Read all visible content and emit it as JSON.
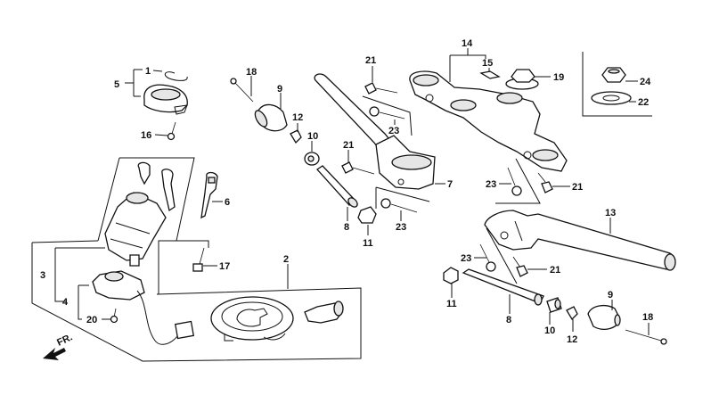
{
  "diagram": {
    "type": "exploded-parts-diagram",
    "subject": "motorcycle handlebar, top bridge and ignition switch assembly",
    "direction_indicator": "FR.",
    "callouts": [
      {
        "id": "c1",
        "label": "1",
        "part": "snap ring"
      },
      {
        "id": "c5",
        "label": "5",
        "part": "seat lock cap set"
      },
      {
        "id": "c16",
        "label": "16",
        "part": "screw"
      },
      {
        "id": "c6",
        "label": "6",
        "part": "blank key"
      },
      {
        "id": "c3",
        "label": "3",
        "part": "key set (ignition switch)"
      },
      {
        "id": "c4",
        "label": "4",
        "part": "ignition switch contact"
      },
      {
        "id": "c17",
        "label": "17",
        "part": "bolt"
      },
      {
        "id": "c20",
        "label": "20",
        "part": "screw"
      },
      {
        "id": "c2",
        "label": "2",
        "part": "fuel cap / lock set"
      },
      {
        "id": "c18a",
        "label": "18",
        "part": "screw"
      },
      {
        "id": "c9a",
        "label": "9",
        "part": "handlebar weight"
      },
      {
        "id": "c12a",
        "label": "12",
        "part": "clip"
      },
      {
        "id": "c10a",
        "label": "10",
        "part": "rubber"
      },
      {
        "id": "c8a",
        "label": "8",
        "part": "inner weight shaft"
      },
      {
        "id": "c11a",
        "label": "11",
        "part": "nut"
      },
      {
        "id": "c21a",
        "label": "21",
        "part": "bolt"
      },
      {
        "id": "c23a",
        "label": "23",
        "part": "bolt"
      },
      {
        "id": "c21b",
        "label": "21",
        "part": "bolt"
      },
      {
        "id": "c23b",
        "label": "23",
        "part": "bolt"
      },
      {
        "id": "c7",
        "label": "7",
        "part": "left handlebar"
      },
      {
        "id": "c14",
        "label": "14",
        "part": "top bridge"
      },
      {
        "id": "c15",
        "label": "15",
        "part": "plate"
      },
      {
        "id": "c19",
        "label": "19",
        "part": "steering stem nut"
      },
      {
        "id": "c24",
        "label": "24",
        "part": "nut"
      },
      {
        "id": "c22",
        "label": "22",
        "part": "washer"
      },
      {
        "id": "c23c",
        "label": "23",
        "part": "bolt"
      },
      {
        "id": "c21c",
        "label": "21",
        "part": "bolt"
      },
      {
        "id": "c13",
        "label": "13",
        "part": "right handlebar"
      },
      {
        "id": "c23d",
        "label": "23",
        "part": "bolt"
      },
      {
        "id": "c21d",
        "label": "21",
        "part": "bolt"
      },
      {
        "id": "c11b",
        "label": "11",
        "part": "nut"
      },
      {
        "id": "c8b",
        "label": "8",
        "part": "inner weight shaft"
      },
      {
        "id": "c10b",
        "label": "10",
        "part": "rubber"
      },
      {
        "id": "c12b",
        "label": "12",
        "part": "clip"
      },
      {
        "id": "c9b",
        "label": "9",
        "part": "handlebar weight"
      },
      {
        "id": "c18b",
        "label": "18",
        "part": "screw"
      }
    ]
  }
}
